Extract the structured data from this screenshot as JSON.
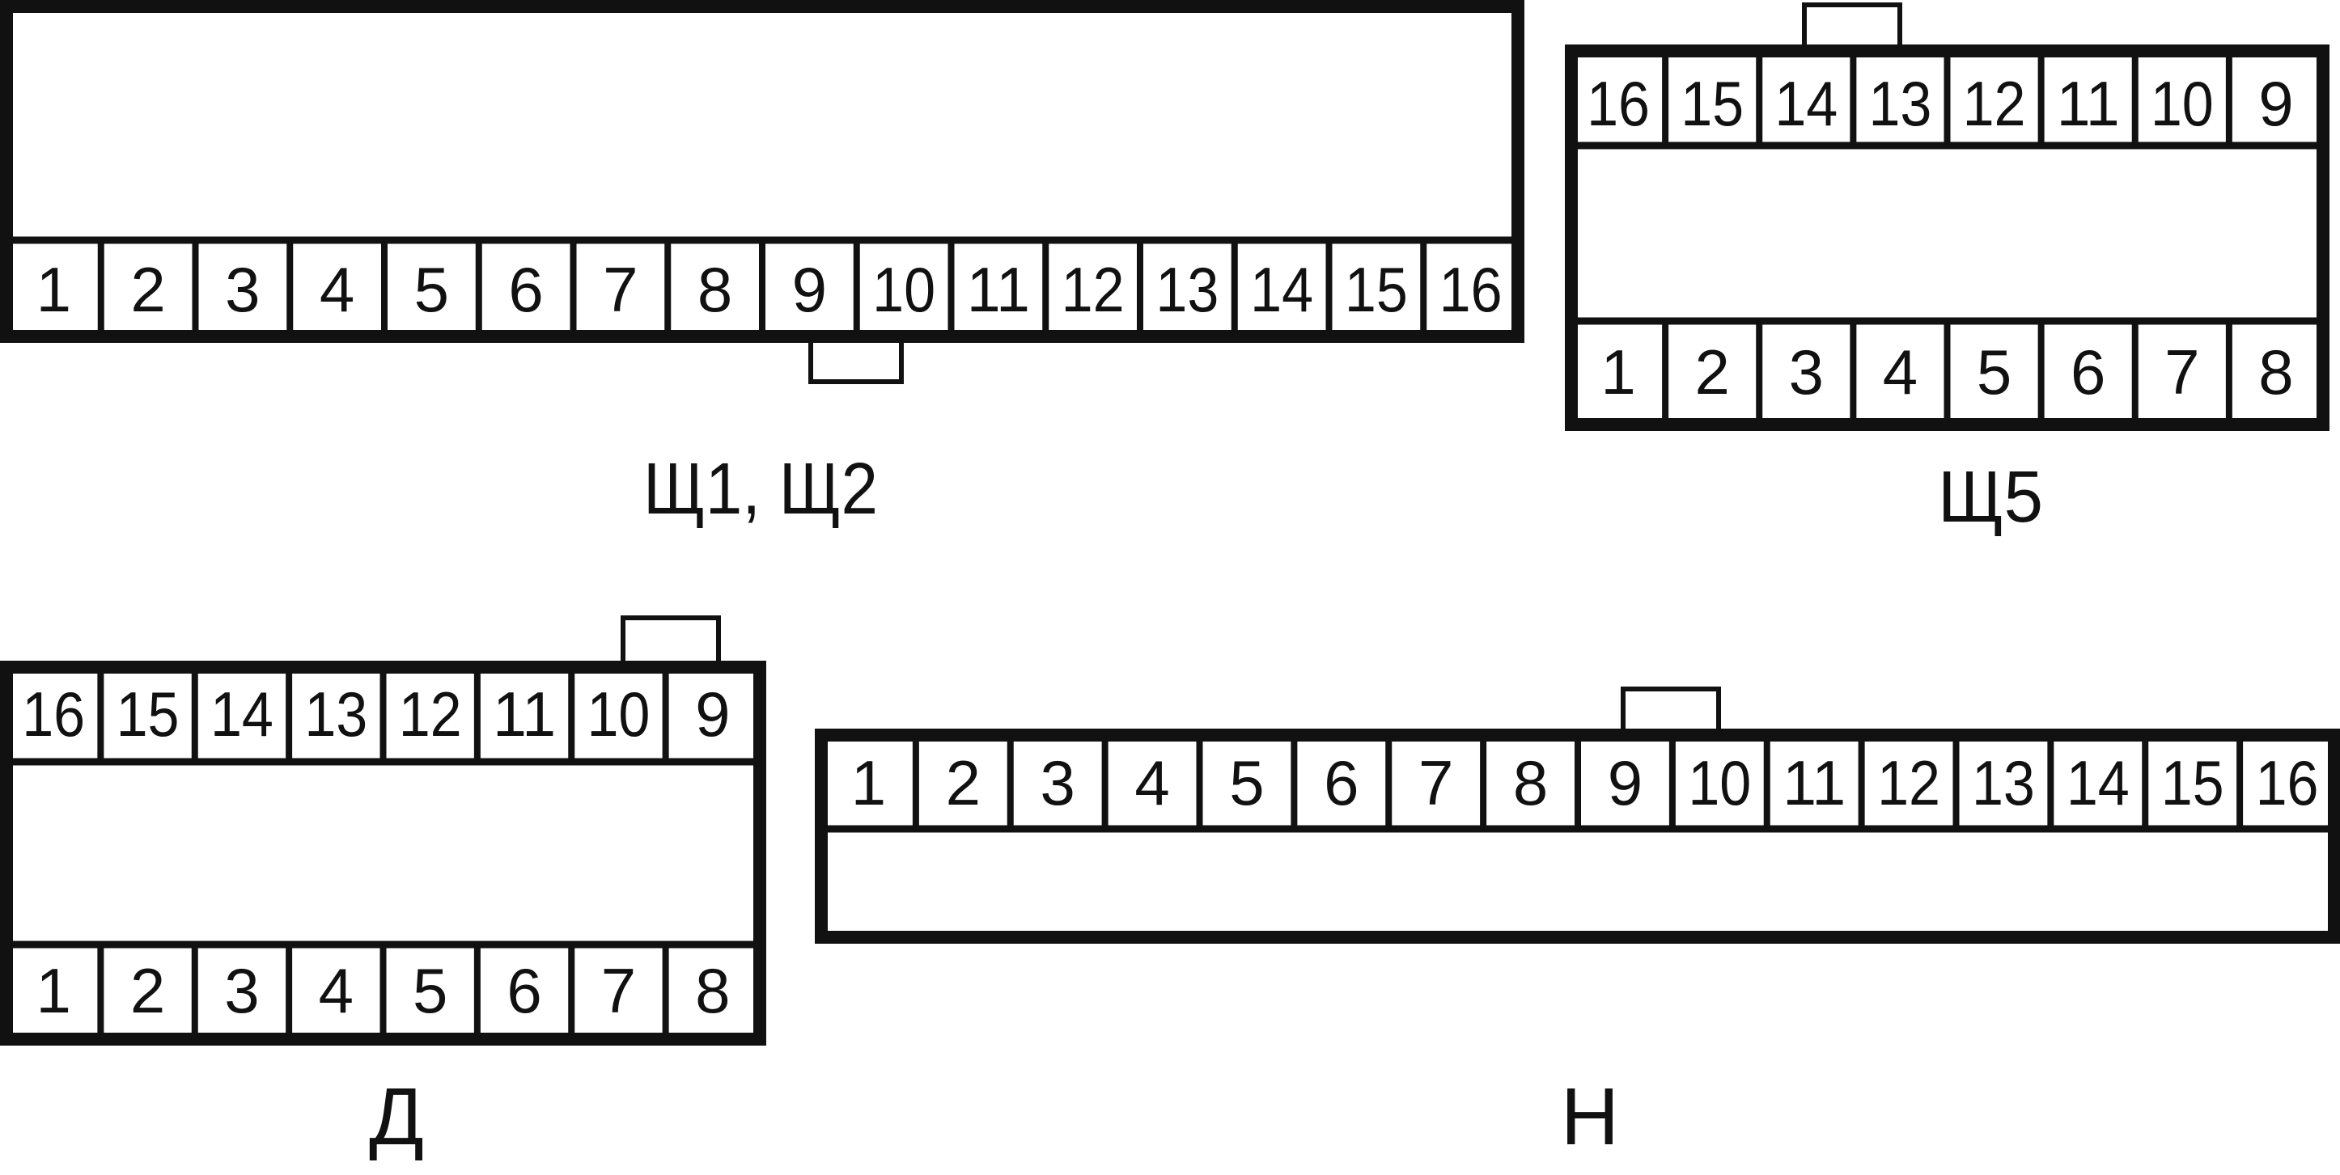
{
  "connectors": [
    {
      "id": "sch1-sch2",
      "caption": "Щ1, Щ2",
      "rows": [
        [
          "1",
          "2",
          "3",
          "4",
          "5",
          "6",
          "7",
          "8",
          "9",
          "10",
          "11",
          "12",
          "13",
          "14",
          "15",
          "16"
        ]
      ]
    },
    {
      "id": "sch5",
      "caption": "Щ5",
      "rows": [
        [
          "16",
          "15",
          "14",
          "13",
          "12",
          "11",
          "10",
          "9"
        ],
        [
          "1",
          "2",
          "3",
          "4",
          "5",
          "6",
          "7",
          "8"
        ]
      ]
    },
    {
      "id": "d",
      "caption": "Д",
      "rows": [
        [
          "16",
          "15",
          "14",
          "13",
          "12",
          "11",
          "10",
          "9"
        ],
        [
          "1",
          "2",
          "3",
          "4",
          "5",
          "6",
          "7",
          "8"
        ]
      ]
    },
    {
      "id": "n",
      "caption": "Н",
      "rows": [
        [
          "1",
          "2",
          "3",
          "4",
          "5",
          "6",
          "7",
          "8",
          "9",
          "10",
          "11",
          "12",
          "13",
          "14",
          "15",
          "16"
        ]
      ]
    }
  ],
  "colors": {
    "stroke": "#111111",
    "background": "#ffffff"
  }
}
